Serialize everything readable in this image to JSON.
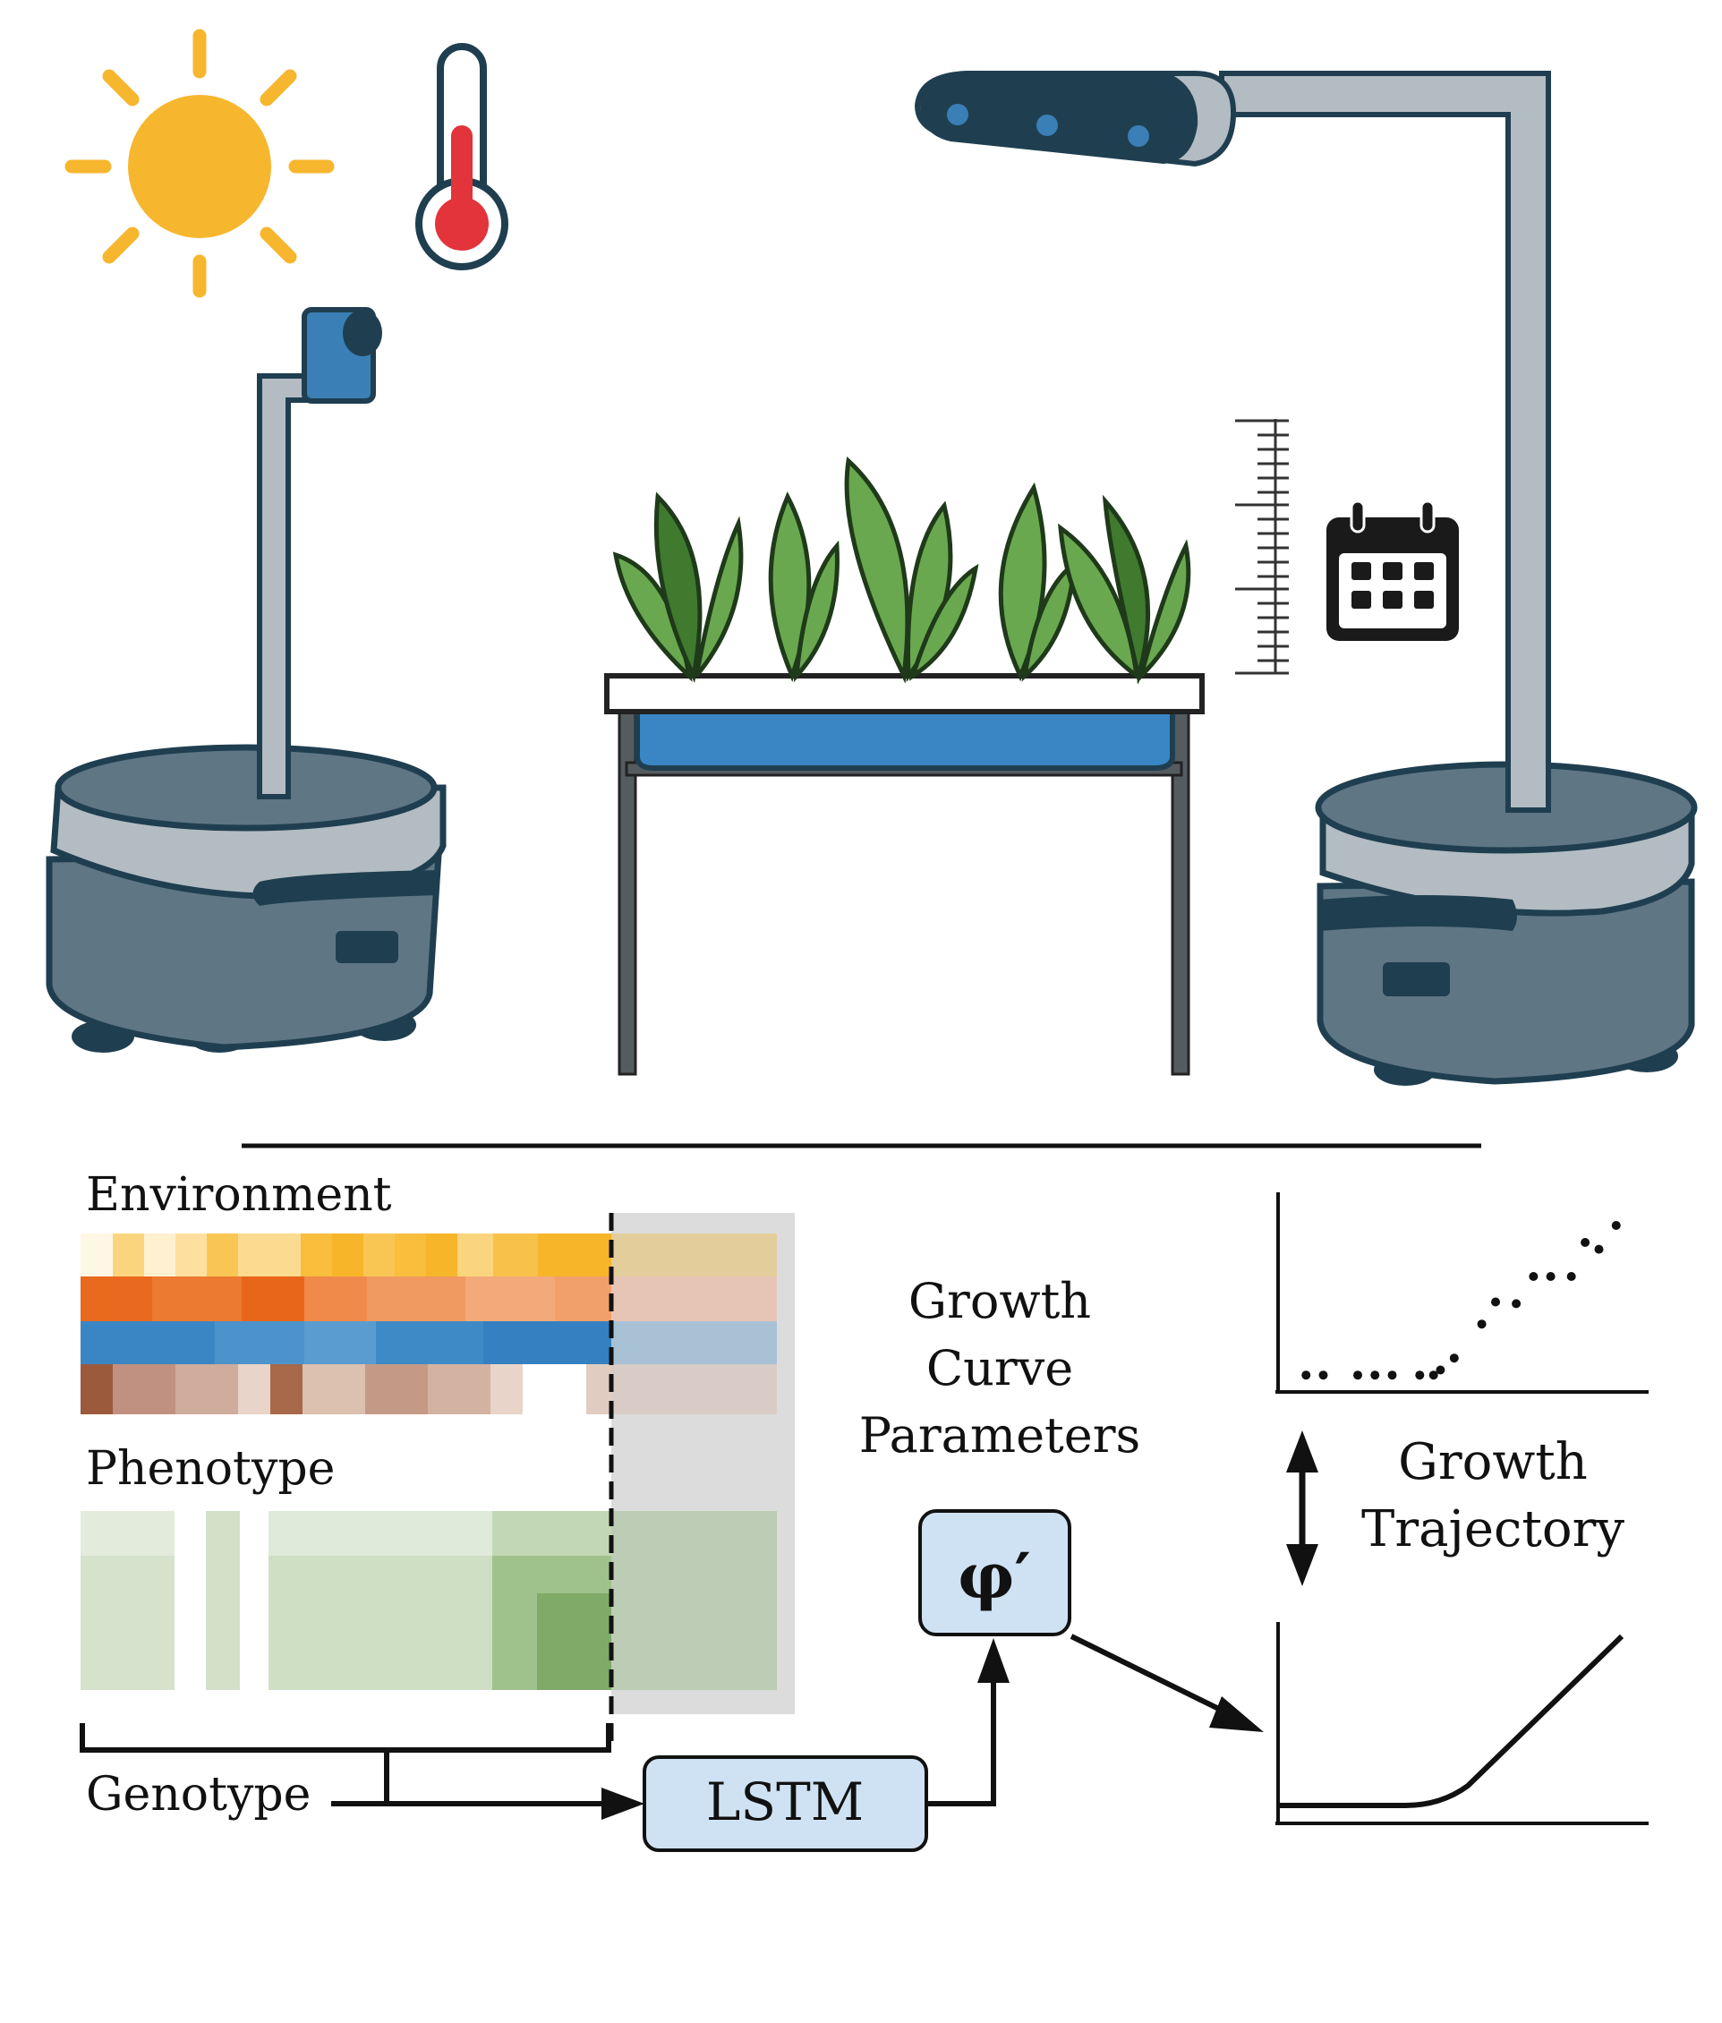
{
  "labels": {
    "environment": "Environment",
    "phenotype": "Phenotype",
    "genotype": "Genotype",
    "lstm": "LSTM",
    "phi": "φ′",
    "growth_curve_params": [
      "Growth",
      "Curve",
      "Parameters"
    ],
    "growth_trajectory": [
      "Growth",
      "Trajectory"
    ]
  },
  "colors": {
    "robot_body": "#5f7684",
    "robot_light": "#b3bcc3",
    "robot_dark": "#1f3f50",
    "accent_blue": "#3a7fb6",
    "sun": "#f6b62e",
    "thermo_red": "#e2343a",
    "leaf_green": "#6aa84f",
    "leaf_dark": "#3f7a2f",
    "box_fill": "#cfe2f3",
    "env_row1": "#f6b62e",
    "env_row2": "#e96a1e",
    "env_row3": "#3a86c4",
    "env_row4": "#9b5a3c",
    "pheno": "#6b9c55"
  },
  "icons": [
    "sun-icon",
    "thermometer-icon",
    "calendar-icon",
    "ruler-icon",
    "camera-icon",
    "sensor-bar-icon"
  ],
  "scatter_points": [
    [
      0.05,
      0.02
    ],
    [
      0.1,
      0.02
    ],
    [
      0.2,
      0.02
    ],
    [
      0.25,
      0.02
    ],
    [
      0.3,
      0.02
    ],
    [
      0.38,
      0.02
    ],
    [
      0.42,
      0.02
    ],
    [
      0.44,
      0.05
    ],
    [
      0.48,
      0.12
    ],
    [
      0.56,
      0.32
    ],
    [
      0.6,
      0.45
    ],
    [
      0.66,
      0.44
    ],
    [
      0.71,
      0.6
    ],
    [
      0.76,
      0.6
    ],
    [
      0.82,
      0.6
    ],
    [
      0.86,
      0.8
    ],
    [
      0.9,
      0.76
    ],
    [
      0.95,
      0.9
    ]
  ]
}
